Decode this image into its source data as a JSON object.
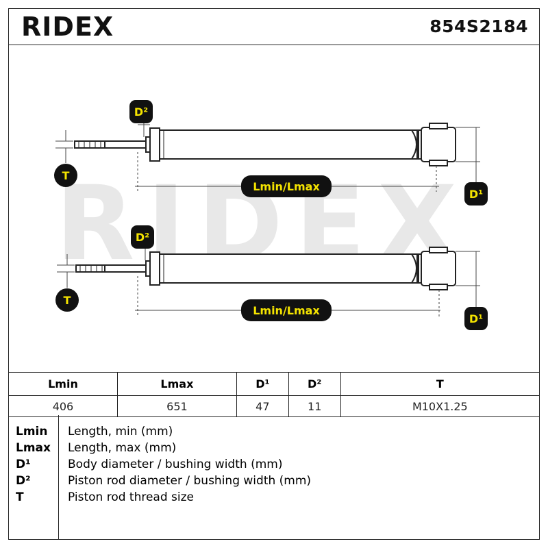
{
  "header": {
    "brand": "RIDEX",
    "part_number": "854S2184"
  },
  "drawing": {
    "watermark": "RIDEX",
    "labels": {
      "d2": "D²",
      "d1": "D¹",
      "t": "T",
      "length": "Lmin/Lmax"
    }
  },
  "spec_table": {
    "headers": [
      "Lmin",
      "Lmax",
      "D¹",
      "D²",
      "T"
    ],
    "values": [
      "406",
      "651",
      "47",
      "11",
      "M10X1.25"
    ]
  },
  "legend": [
    {
      "key": "Lmin",
      "desc": "Length, min (mm)"
    },
    {
      "key": "Lmax",
      "desc": "Length, max (mm)"
    },
    {
      "key": "D¹",
      "desc": "Body diameter / bushing width (mm)"
    },
    {
      "key": "D²",
      "desc": "Piston rod diameter / bushing width (mm)"
    },
    {
      "key": "T",
      "desc": "Piston rod thread size"
    }
  ],
  "colors": {
    "badge_fill": "#111111",
    "badge_text": "#f5e400",
    "watermark": "#e6e6e6",
    "line": "#222222"
  }
}
